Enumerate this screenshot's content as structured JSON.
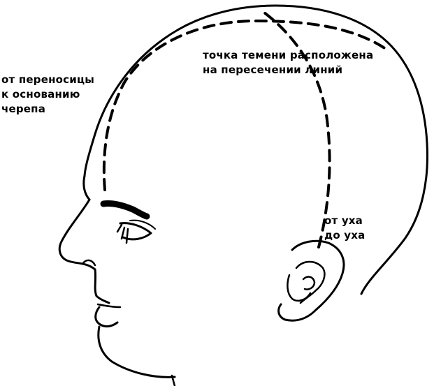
{
  "labels": {
    "nasion_line": [
      "от переносицы",
      "к основанию",
      "черепа"
    ],
    "vertex_point": [
      "точка темени расположена",
      "на пересечении линий"
    ],
    "ear_line": [
      "от уха",
      "до уха"
    ]
  },
  "colors": {
    "ink": "#000000",
    "background": "#ffffff"
  }
}
